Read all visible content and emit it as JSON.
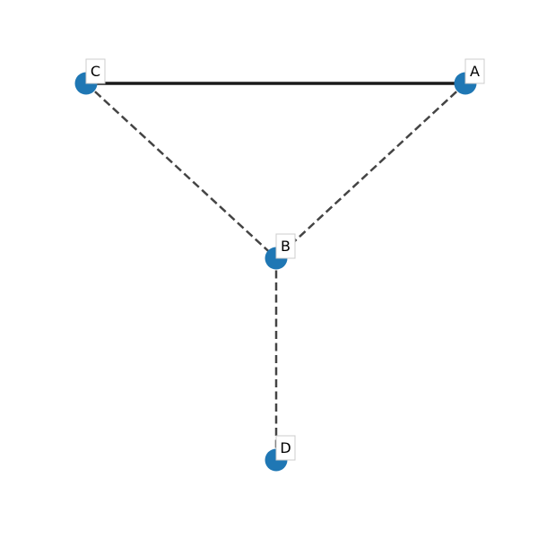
{
  "graph": {
    "node_color": "#1f77b4",
    "nodes": [
      {
        "id": "A",
        "label": "A"
      },
      {
        "id": "B",
        "label": "B"
      },
      {
        "id": "C",
        "label": "C"
      },
      {
        "id": "D",
        "label": "D"
      }
    ],
    "edges": [
      {
        "source": "C",
        "target": "A",
        "style": "solid"
      },
      {
        "source": "A",
        "target": "B",
        "style": "dashed"
      },
      {
        "source": "C",
        "target": "B",
        "style": "dashed"
      },
      {
        "source": "B",
        "target": "D",
        "style": "dashed"
      }
    ]
  }
}
